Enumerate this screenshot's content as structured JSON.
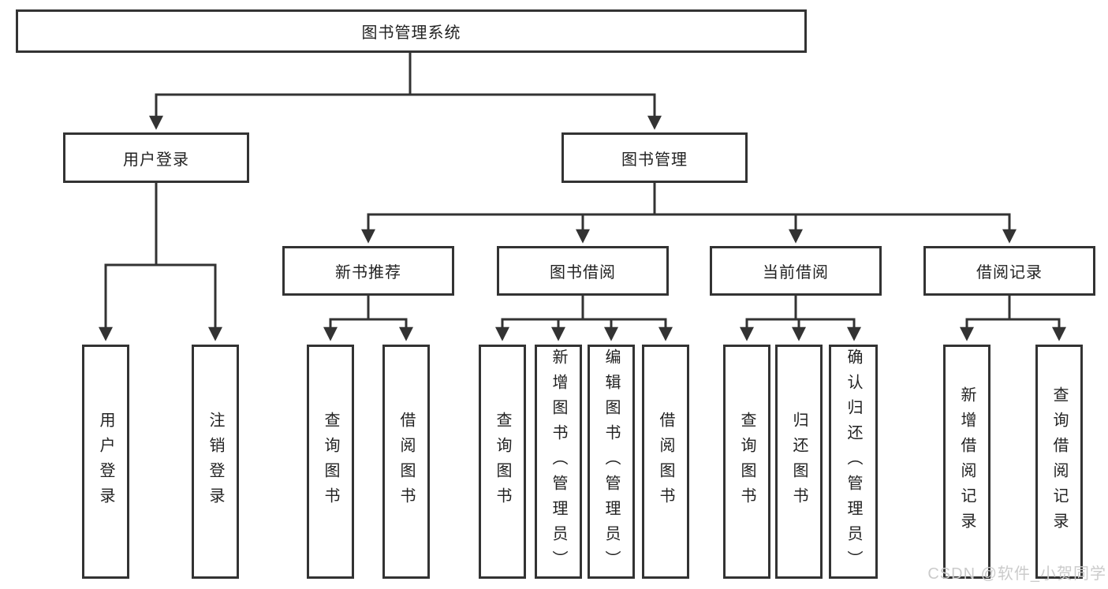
{
  "diagram": {
    "root": "图书管理系统",
    "user_login": {
      "label": "用户登录",
      "children": [
        "用户登录",
        "注销登录"
      ]
    },
    "book_mgmt": {
      "label": "图书管理",
      "sections": [
        {
          "label": "新书推荐",
          "children": [
            "查询图书",
            "借阅图书"
          ]
        },
        {
          "label": "图书借阅",
          "children": [
            "查询图书",
            "新增图书（管理员）",
            "编辑图书（管理员）",
            "借阅图书"
          ]
        },
        {
          "label": "当前借阅",
          "children": [
            "查询图书",
            "归还图书",
            "确认归还（管理员）"
          ]
        },
        {
          "label": "借阅记录",
          "children": [
            "新增借阅记录",
            "查询借阅记录"
          ]
        }
      ]
    }
  },
  "watermark": "CSDN @软件_小贺同学",
  "colors": {
    "line": "#333333",
    "text": "#222222",
    "background": "#ffffff",
    "watermark": "#cbcbcb"
  }
}
